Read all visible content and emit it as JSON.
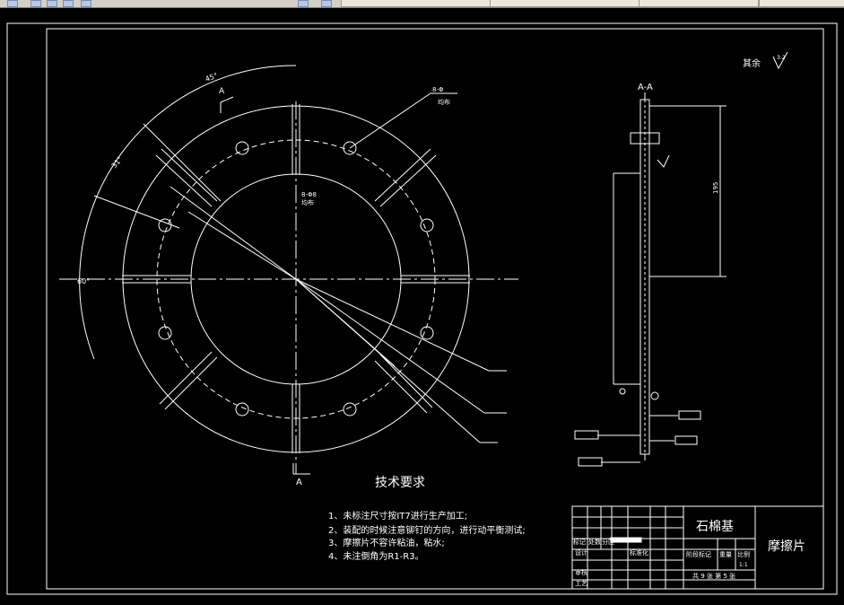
{
  "window": {
    "tabs": [
      "",
      "",
      "",
      ""
    ],
    "right_label": ""
  },
  "drawing": {
    "angle_45": "45°",
    "angle_31": "31°",
    "angle_60": "60°",
    "section_mark_top": "A",
    "section_mark_bottom": "A",
    "hole_note_1": "8-Φ8",
    "hole_note_1_sub": "均布",
    "hole_note_2": "8-Φ",
    "hole_note_2_sub": "均布",
    "section_label": "A-A",
    "roughness_note": "其余",
    "roughness_value": "3.2",
    "dim_vertical": "195",
    "tech_title": "技术要求",
    "tech_notes": [
      "1、未标注尺寸按IT7进行生产加工;",
      "2、装配的时候注意铆钉的方向，进行动平衡测试;",
      "3、摩擦片不容许粘油，粘水;",
      "4、未注倒角为R1-R3。"
    ]
  },
  "title_block": {
    "material": "石棉基",
    "part_name": "摩擦片",
    "row_labels": [
      "标记",
      "处数",
      "分区"
    ],
    "designer_label": "设计",
    "standardization_label": "标准化",
    "review_label": "审核",
    "process_label": "工艺",
    "stage_label": "阶段标记",
    "weight_label": "重量",
    "scale_label": "比例",
    "scale_value": "1:1",
    "sheet_info": "共 9 张  第 5 张"
  },
  "colors": {
    "background": "#000000",
    "line": "#ffffff",
    "ui_chrome": "#d4d0c8"
  }
}
